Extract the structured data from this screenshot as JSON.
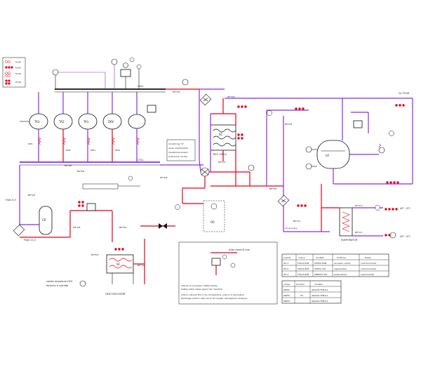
{
  "legend": {
    "labels": [
      "R:kW",
      "R:kW",
      "R:kW",
      "R:kW"
    ]
  },
  "compressors": [
    {
      "tag": "TA3",
      "motor_tag": "DM1"
    },
    {
      "tag": "TA2",
      "motor_tag": "DM2"
    },
    {
      "tag": "TA1",
      "motor_tag": "DM3"
    },
    {
      "tag": "DRV",
      "motor_tag": "DM4"
    }
  ],
  "headers": {
    "top_header": "COLL",
    "bottom_header": "COLL",
    "suction": "BP*5/8",
    "liquid": "BP*5/8"
  },
  "pipe_labels": {
    "p1": "HP*5/8",
    "p2": "HP*5/8",
    "p3": "HP*1/2",
    "p4": "BP*5/8",
    "p5": "BP*5/8",
    "p6": "HP*5/8",
    "p7": "BP*5/8",
    "p8": "BP*1/2",
    "p9": "BP*5/8",
    "p10": "2x 2*5/8",
    "p11": "HP*1/2",
    "p12": "BP*1/2",
    "p13": "BP*1/2",
    "p14": "HP*5/8",
    "p15": "BP*5/8"
  },
  "notes": {
    "monitor": [
      "monitoring \"S\"",
      "verso scambiatore",
      "rilevazione sensori",
      "al termine circuito"
    ],
    "rec_label": "REC CIRCA",
    "oil_recovery": "oil recovery",
    "heat_recovery": "HEAT RECOVERY",
    "sonda": [
      "sonda rimozione HCS",
      "formula a corredo"
    ],
    "flow1": "Flow 4,5",
    "flow2": "Flow 12,2",
    "evaporator": "EVAPORATOR",
    "tubo": "tubo rame Ø mm",
    "valve_notes": [
      "Valvole di sicurezza collettorizzate",
      "Safety relief valves piped into manifold",
      "Scarico valvole fino a 3m di tubazione, scarico in atmosfera",
      "Discharge section valid up to 3m length, atmospheric pressure"
    ]
  },
  "table1": {
    "headers": [
      "scamb.",
      "codice",
      "modello",
      "funzione",
      "flusso"
    ],
    "rows": [
      [
        "HX-1",
        "F0121/4CB",
        "H2P52-60M",
        "recupero calore",
        "controcorrente"
      ],
      [
        "HX-2",
        "F0121/4CB",
        "H2P52-30L",
        "rigenerativo",
        "controcorrente"
      ],
      [
        "HX-3",
        "F0121/4CB",
        "CBRP03-30L",
        "evaporatore",
        "equicorrente"
      ]
    ]
  },
  "table2": {
    "headers": [
      "compr.",
      "function",
      "modello"
    ],
    "rows": [
      [
        "DRM1",
        "",
        "4GSCM-75M-K1"
      ],
      [
        "DRM2",
        "HT",
        "4GSCM-75M-K1"
      ],
      [
        "DRM3",
        "",
        "4GSCM-75M-K1"
      ]
    ]
  },
  "temps": {
    "t1": "40° -4°C",
    "t2": "40° -4°C"
  },
  "tags": {
    "rec_hx": "SC",
    "evap_hx": "SC",
    "sep": "LR",
    "oil_sep": "OS",
    "heat_rec_hx": "SC",
    "receiver": "CR"
  }
}
